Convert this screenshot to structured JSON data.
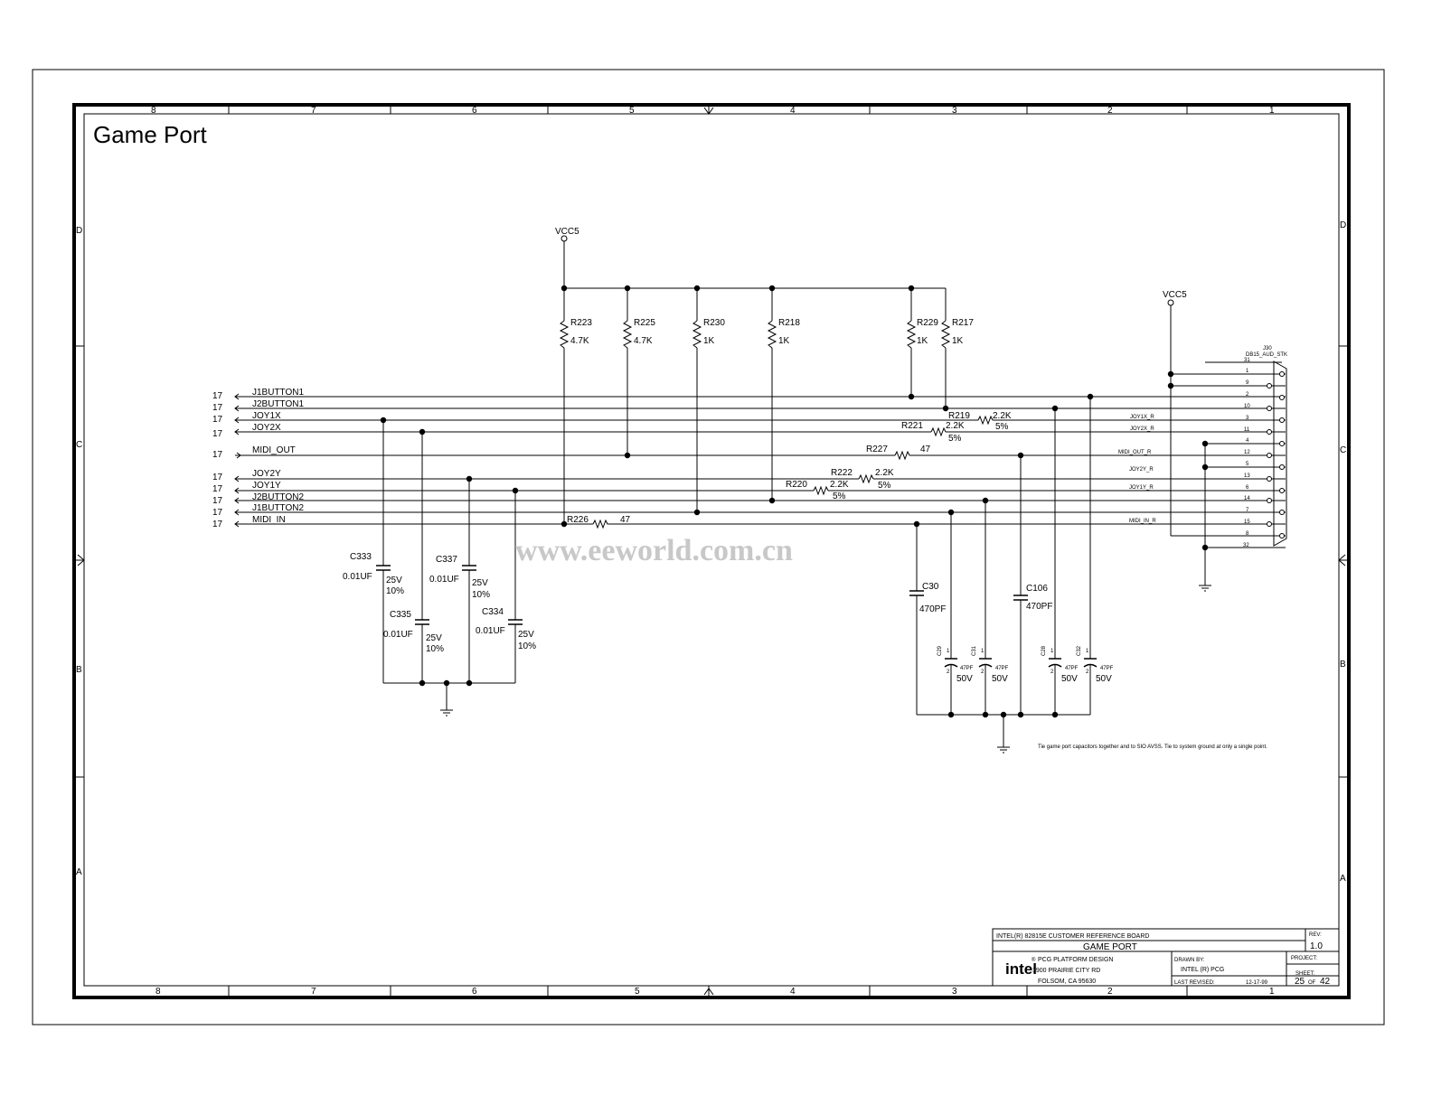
{
  "title": "Game Port",
  "watermark": "www.eeworld.com.cn",
  "zones": {
    "columns_top": [
      "8",
      "7",
      "6",
      "5",
      "4",
      "3",
      "2",
      "1"
    ],
    "columns_bottom": [
      "8",
      "7",
      "6",
      "5",
      "4",
      "3",
      "2",
      "1"
    ],
    "rows": [
      "D",
      "C",
      "B",
      "A"
    ]
  },
  "power": {
    "vcc_left": "VCC5",
    "vcc_right": "VCC5"
  },
  "sheet_ref": "17",
  "signals": [
    "J1BUTTON1",
    "J2BUTTON1",
    "JOY1X",
    "JOY2X",
    "MIDI_OUT",
    "JOY2Y",
    "JOY1Y",
    "J2BUTTON2",
    "J1BUTTON2",
    "MIDI_IN"
  ],
  "pullups": [
    {
      "ref": "R223",
      "value": "4.7K"
    },
    {
      "ref": "R225",
      "value": "4.7K"
    },
    {
      "ref": "R230",
      "value": "1K"
    },
    {
      "ref": "R218",
      "value": "1K"
    },
    {
      "ref": "R229",
      "value": "1K"
    },
    {
      "ref": "R217",
      "value": "1K"
    }
  ],
  "series": [
    {
      "ref": "R219",
      "value": "2.2K",
      "tol": "5%"
    },
    {
      "ref": "R221",
      "value": "2.2K",
      "tol": "5%"
    },
    {
      "ref": "R227",
      "value": "47"
    },
    {
      "ref": "R222",
      "value": "2.2K",
      "tol": "5%"
    },
    {
      "ref": "R220",
      "value": "2.2K",
      "tol": "5%"
    },
    {
      "ref": "R226",
      "value": "47"
    }
  ],
  "caps_left": [
    {
      "ref": "C333",
      "value": "0.01UF",
      "volt": "25V",
      "tol": "10%"
    },
    {
      "ref": "C335",
      "value": "0.01UF",
      "volt": "25V",
      "tol": "10%"
    },
    {
      "ref": "C337",
      "value": "0.01UF",
      "volt": "25V",
      "tol": "10%"
    },
    {
      "ref": "C334",
      "value": "0.01UF",
      "volt": "25V",
      "tol": "10%"
    }
  ],
  "caps_right": [
    {
      "ref": "C30",
      "value": "470PF"
    },
    {
      "ref": "C106",
      "value": "470PF"
    }
  ],
  "caps_small": [
    {
      "ref": "C29",
      "value": "47PF",
      "volt": "50V"
    },
    {
      "ref": "C31",
      "value": "47PF",
      "volt": "50V"
    },
    {
      "ref": "C28",
      "value": "47PF",
      "volt": "50V"
    },
    {
      "ref": "C32",
      "value": "47PF",
      "volt": "50V"
    }
  ],
  "pin_labels": {
    "p1": "1",
    "p2": "2"
  },
  "connector": {
    "ref": "J30",
    "part": "DB15_AUD_STK",
    "top_pin": "31",
    "bottom_pin": "32",
    "pins": [
      "1",
      "9",
      "2",
      "10",
      "3",
      "11",
      "4",
      "12",
      "5",
      "13",
      "6",
      "14",
      "7",
      "15",
      "8"
    ],
    "net_labels": [
      "JOY1X_R",
      "JOY2X_R",
      "MIDI_OUT_R",
      "JOY2Y_R",
      "JOY1Y_R",
      "MIDI_IN_R"
    ]
  },
  "note": "Tie game port capacitors together and to SIO AVSS. Tie to system ground at only a single point.",
  "title_block": {
    "board": "INTEL(R) 82815E CUSTOMER REFERENCE BOARD",
    "sheet_title": "GAME PORT",
    "rev_label": "REV:",
    "rev": "1.0",
    "logo": "intel",
    "company": "PCG PLATFORM DESIGN",
    "company_prefix": "®",
    "address1": "1900 PRAIRIE CITY RD",
    "address2": "FOLSOM, CA 95630",
    "drawn_by_label": "DRAWN BY:",
    "drawn_by": "INTEL (R) PCG",
    "last_revised_label": "LAST REVISED:",
    "last_revised": "12-17-99",
    "project_label": "PROJECT:",
    "sheet_label": "SHEET:",
    "sheet_num": "25",
    "of_label": "OF",
    "sheet_total": "42"
  }
}
